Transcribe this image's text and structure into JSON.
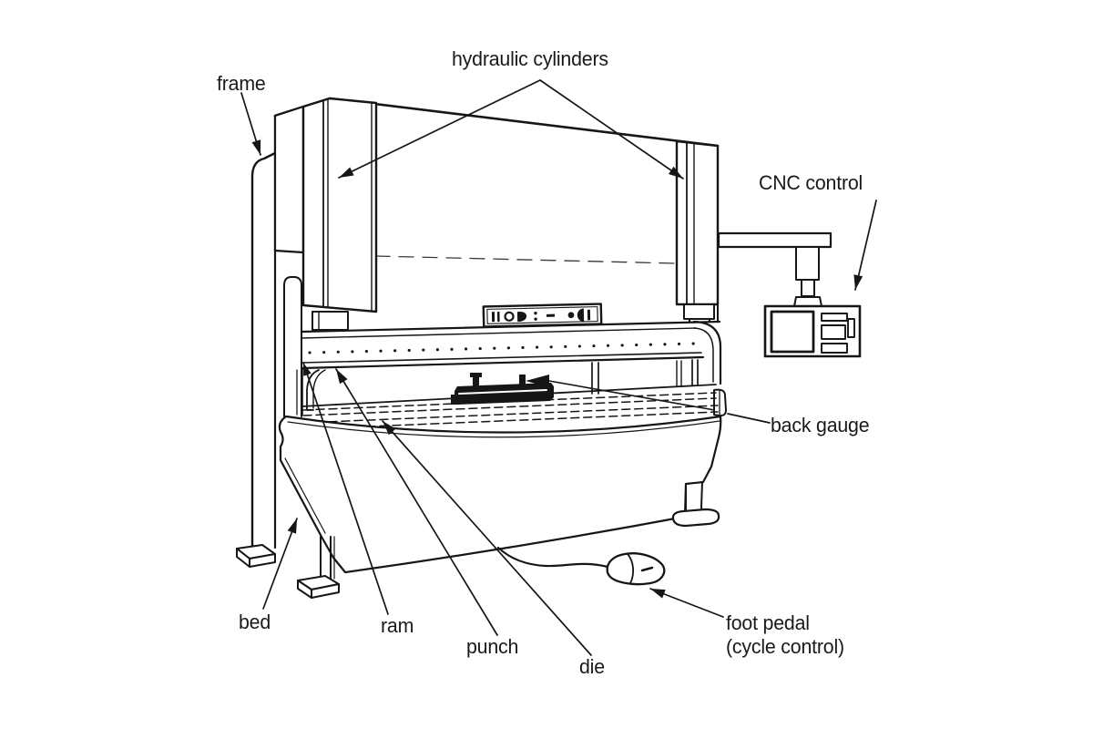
{
  "diagram_type": "labeled technical line drawing of a CNC press brake machine",
  "colors": {
    "background": "#ffffff",
    "line": "#161616",
    "text": "#1a1a1a"
  },
  "labels": {
    "frame": "frame",
    "hydraulic_cylinders": "hydraulic cylinders",
    "cnc_control": "CNC control",
    "back_gauge": "back gauge",
    "bed": "bed",
    "ram": "ram",
    "punch": "punch",
    "die": "die",
    "foot_pedal": "foot pedal",
    "foot_pedal_sub": "(cycle control)"
  }
}
